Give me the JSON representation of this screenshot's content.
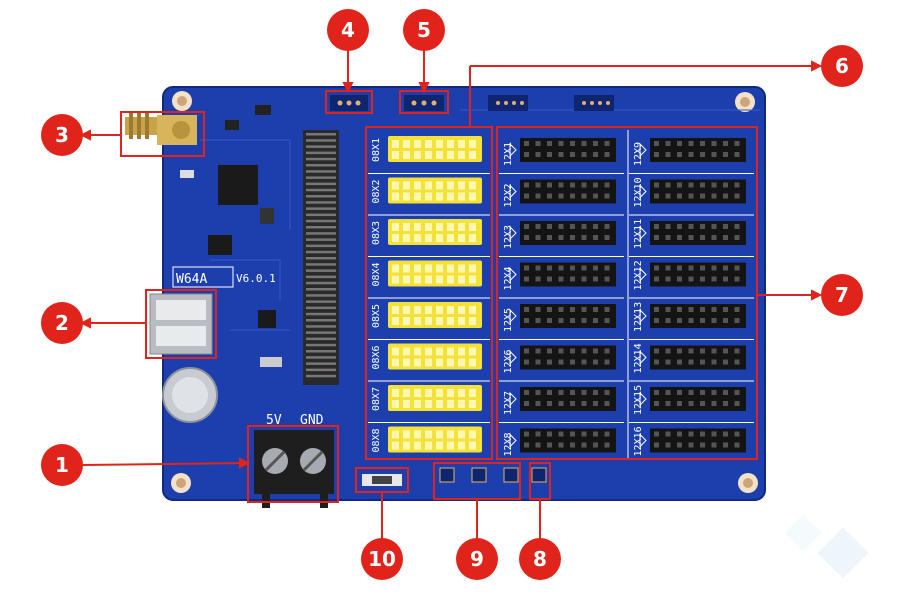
{
  "board": {
    "model": "W64A",
    "version": "V6.0.1",
    "power_5v": "5V",
    "power_gnd": "GND"
  },
  "hub08_ports": [
    "08X1",
    "08X2",
    "08X3",
    "08X4",
    "08X5",
    "08X6",
    "08X7",
    "08X8"
  ],
  "hub12_left": [
    "12X1",
    "12X2",
    "12X3",
    "12X4",
    "12X5",
    "12X6",
    "12X7",
    "12X8"
  ],
  "hub12_right": [
    "12X9",
    "12X10",
    "12X11",
    "12X12",
    "12X13",
    "12X14",
    "12X15",
    "12X16"
  ],
  "callouts": [
    "1",
    "2",
    "3",
    "4",
    "5",
    "6",
    "7",
    "8",
    "9",
    "10"
  ],
  "colors": {
    "pcb": "#1d3fae",
    "callout": "#e0241b",
    "port_yellow": "#f4e23a",
    "header_black": "#141414"
  }
}
